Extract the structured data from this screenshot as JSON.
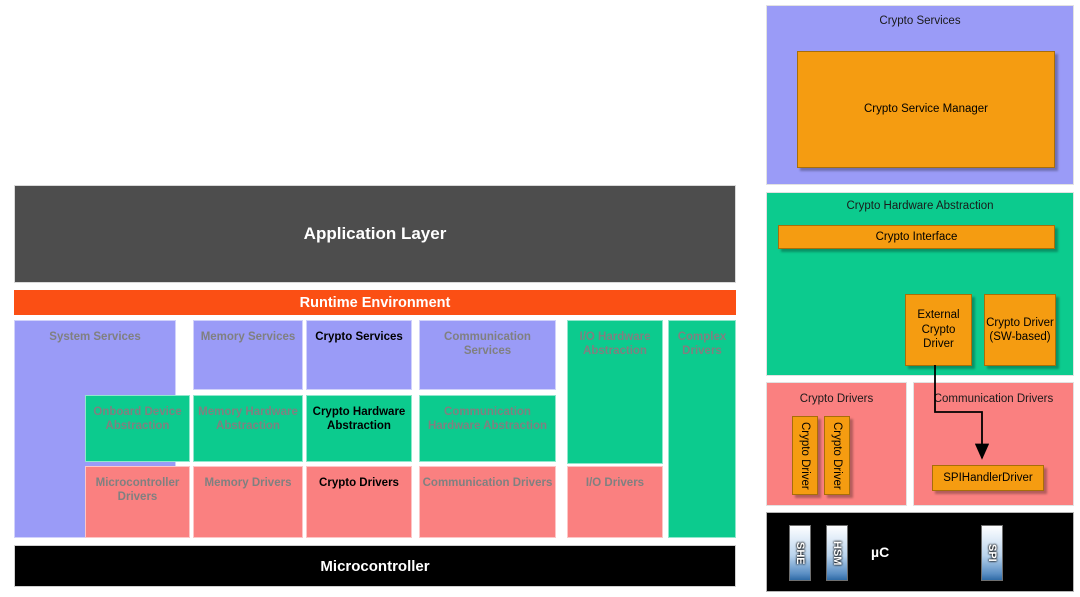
{
  "left_diagram": {
    "application_layer": {
      "label": "Application Layer"
    },
    "runtime_environment": {
      "label": "Runtime Environment"
    },
    "microcontroller": {
      "label": "Microcontroller"
    },
    "columns": [
      {
        "service": "System Services",
        "abstraction": null,
        "driver": null,
        "full_height": true
      },
      {
        "service": "Memory Services",
        "abstraction": "Onboard Device Abstraction",
        "driver": "Microcontroller Drivers"
      },
      {
        "service": "Crypto Services",
        "abstraction": "Memory Hardware Abstraction",
        "driver": "Memory Drivers"
      },
      {
        "service": "Communication Services",
        "abstraction": "Crypto Hardware Abstraction",
        "driver": "Crypto Drivers"
      },
      {
        "service": "I/O Hardware Abstraction",
        "abstraction": "Communication Hardware Abstraction",
        "driver": "Communication Drivers"
      },
      {
        "service": "Complex Drivers",
        "abstraction": null,
        "driver": "I/O Drivers"
      }
    ],
    "cells": {
      "system_services": "System Services",
      "memory_services": "Memory Services",
      "crypto_services": "Crypto Services",
      "communication_services": "Communication Services",
      "io_hardware_abstraction": "I/O Hardware Abstraction",
      "complex_drivers": "Complex Drivers",
      "onboard_device_abstraction": "Onboard Device Abstraction",
      "memory_hardware_abstraction": "Memory Hardware Abstraction",
      "crypto_hardware_abstraction": "Crypto Hardware Abstraction",
      "communication_hardware_abstraction": "Communication Hardware Abstraction",
      "microcontroller_drivers": "Microcontroller Drivers",
      "memory_drivers": "Memory Drivers",
      "crypto_drivers": "Crypto Drivers",
      "communication_drivers": "Communication Drivers",
      "io_drivers": "I/O Drivers"
    }
  },
  "right_detail": {
    "crypto_services_panel": {
      "title": "Crypto Services",
      "boxes": [
        {
          "label": "Crypto Service Manager"
        }
      ]
    },
    "crypto_hardware_abstraction_panel": {
      "title": "Crypto Hardware Abstraction",
      "interface": "Crypto Interface",
      "boxes": [
        {
          "label": "External Crypto Driver"
        },
        {
          "label": "Crypto Driver (SW-based)"
        }
      ]
    },
    "crypto_drivers_panel": {
      "title": "Crypto Drivers",
      "boxes": [
        {
          "label": "Crypto Driver"
        },
        {
          "label": "Crypto Driver"
        }
      ]
    },
    "communication_drivers_panel": {
      "title": "Communication Drivers",
      "boxes": [
        {
          "label": "SPIHandlerDriver"
        }
      ]
    },
    "microcontroller_panel": {
      "label": "µC",
      "chips": [
        {
          "label": "SHE"
        },
        {
          "label": "HSM"
        },
        {
          "label": "SPI"
        }
      ]
    }
  },
  "colors": {
    "services_purple": "#9a9bf7",
    "abstraction_green": "#0ccb8e",
    "drivers_pink": "#fa8080",
    "rte_orange": "#fb4f14",
    "application_gray": "#4d4d4d",
    "microcontroller_black": "#000000",
    "box_orange": "#f59c11",
    "muted_label": "#808080",
    "active_label": "#000000"
  }
}
